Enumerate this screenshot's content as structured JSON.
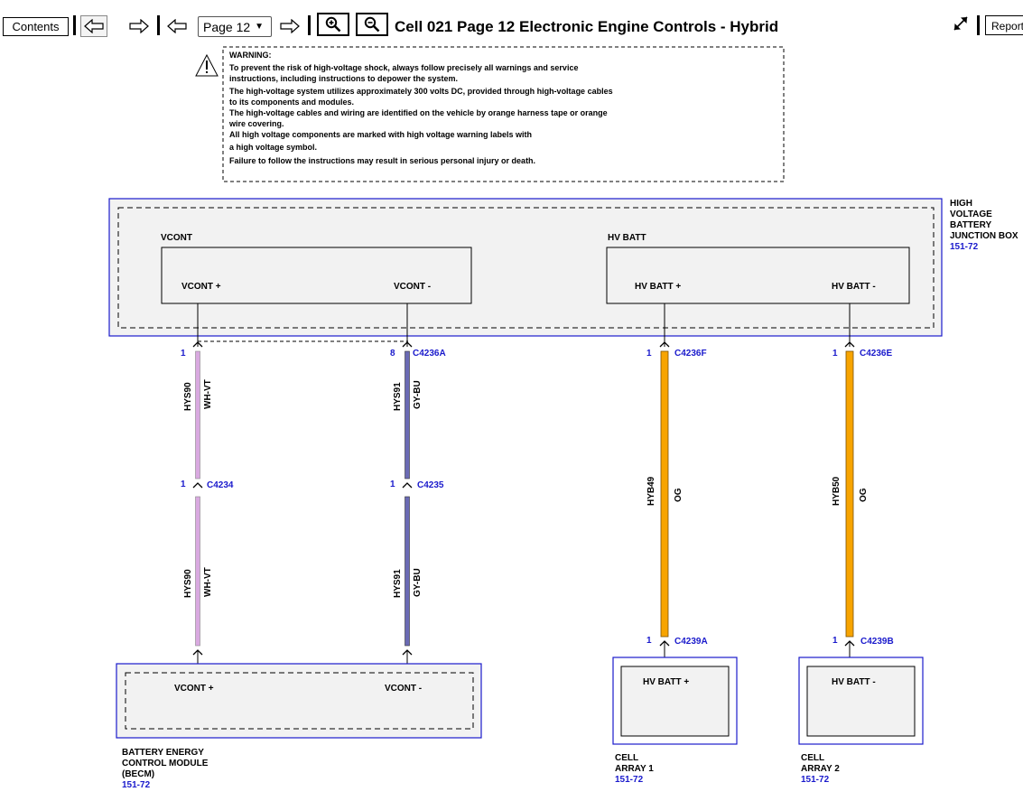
{
  "toolbar": {
    "contents_label": "Contents",
    "page_selected": "Page 12",
    "title": "Cell 021 Page 12 Electronic Engine Controls - Hybrid",
    "report_label": "Report"
  },
  "warning": {
    "heading": "WARNING:",
    "lines": [
      "To prevent the risk of high-voltage shock, always follow precisely all warnings and service",
      "instructions, including instructions to depower the system.",
      "The high-voltage system utilizes approximately 300 volts DC, provided through high-voltage cables",
      "to its components and modules.",
      "The high-voltage cables and wiring are identified on the vehicle by orange harness tape or orange",
      "wire covering.",
      "All high voltage components are marked with high voltage warning labels with",
      "a high voltage symbol.",
      "Failure to follow the instructions may result in serious personal injury or death."
    ]
  },
  "junction_box": {
    "name_lines": [
      "HIGH",
      "VOLTAGE",
      "BATTERY",
      "JUNCTION BOX"
    ],
    "ref": "151-72",
    "vcont_group": "VCONT",
    "hvbatt_group": "HV BATT",
    "pins": [
      "VCONT +",
      "VCONT -",
      "HV BATT +",
      "HV BATT -"
    ]
  },
  "wires": {
    "w1": {
      "circuit": "HYS90",
      "color": "WH-VT",
      "top_pin": "1",
      "mid_pin": "1",
      "mid_conn": "C4234"
    },
    "w2": {
      "circuit": "HYS91",
      "color": "GY-BU",
      "top_pin": "8",
      "top_conn": "C4236A",
      "mid_pin": "1",
      "mid_conn": "C4235"
    },
    "w3": {
      "circuit": "HYB49",
      "color": "OG",
      "top_pin": "1",
      "top_conn": "C4236F",
      "bot_pin": "1",
      "bot_conn": "C4239A"
    },
    "w4": {
      "circuit": "HYB50",
      "color": "OG",
      "top_pin": "1",
      "top_conn": "C4236E",
      "bot_pin": "1",
      "bot_conn": "C4239B"
    }
  },
  "becm": {
    "pins": [
      "VCONT +",
      "VCONT -"
    ],
    "name_lines": [
      "BATTERY ENERGY",
      "CONTROL MODULE",
      "(BECM)"
    ],
    "ref": "151-72"
  },
  "cell_array_1": {
    "pin": "HV BATT +",
    "name_lines": [
      "CELL",
      "ARRAY 1"
    ],
    "ref": "151-72"
  },
  "cell_array_2": {
    "pin": "HV BATT -",
    "name_lines": [
      "CELL",
      "ARRAY 2"
    ],
    "ref": "151-72"
  },
  "colors": {
    "module_border": "#1a1acc",
    "connector_text": "#1a1acc",
    "orange_wire": "#f7a400",
    "wh_vt_wire": "#d9a9e0",
    "gy_bu_wire": "#6a6ab4"
  }
}
